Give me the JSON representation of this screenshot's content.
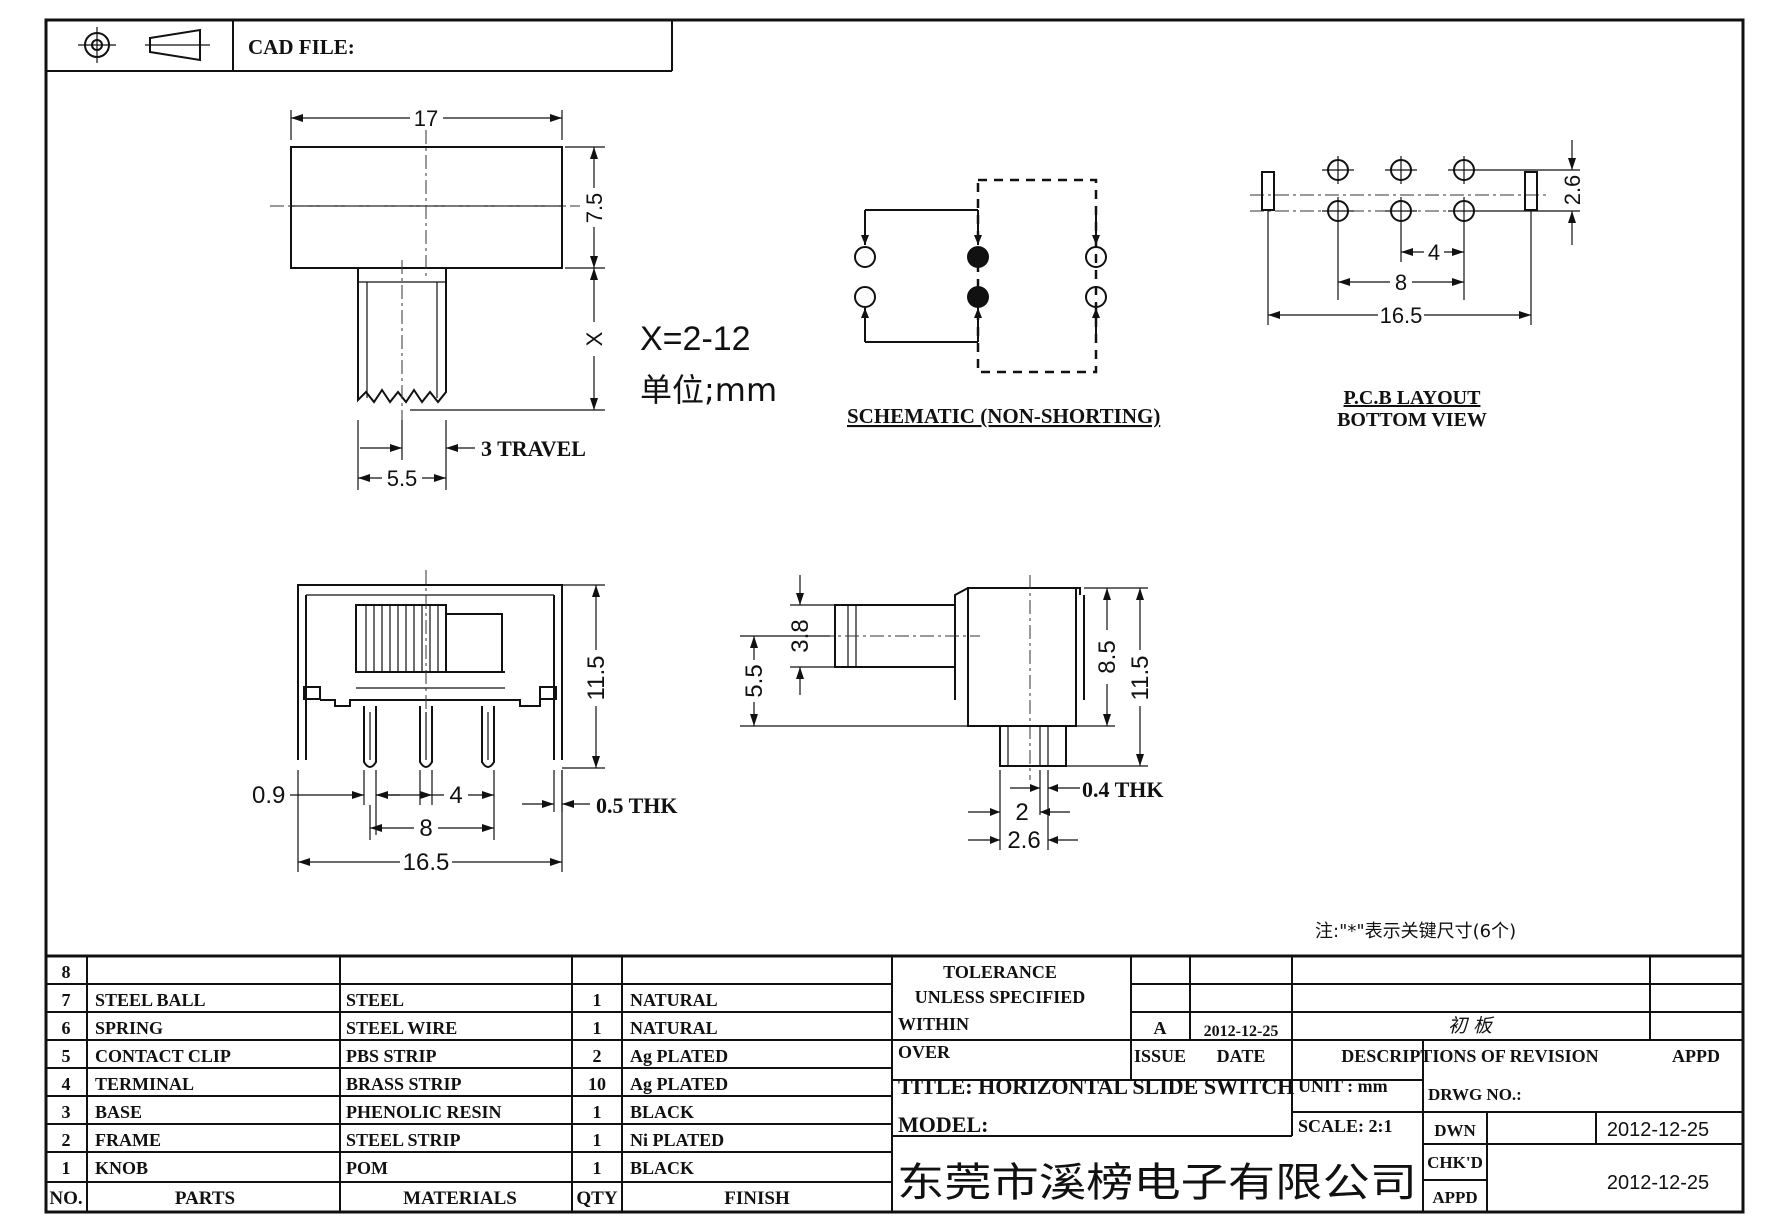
{
  "header": {
    "cad_file_label": "CAD FILE:"
  },
  "top_view": {
    "width_dim": "17",
    "height_dim": "7.5",
    "x_dim": "X",
    "x_range": "X=2-12",
    "unit": "单位;mm",
    "travel_dim": "3 TRAVEL",
    "knob_dim": "5.5"
  },
  "schematic": {
    "label": "SCHEMATIC (NON-SHORTING)"
  },
  "pcb": {
    "label_line1": "P.C.B LAYOUT",
    "label_line2": "BOTTOM VIEW",
    "dim_pitch_y": "2.6",
    "dim_pitch": "4",
    "dim_span": "8",
    "dim_total": "16.5"
  },
  "front_view": {
    "height_dim": "11.5",
    "pin_dim": "0.9",
    "pitch_dim": "4",
    "span_dim": "8",
    "total_dim": "16.5",
    "thk_dim": "0.5 THK"
  },
  "side_view": {
    "knob_h_dim": "3.8",
    "knob_pos_dim": "5.5",
    "body_h_dim": "8.5",
    "total_h_dim": "11.5",
    "thk_dim": "0.4 THK",
    "pin_w_dim": "2",
    "pin_span_dim": "2.6"
  },
  "note": "注:\"*\"表示关键尺寸(6个)",
  "bom": {
    "rows": [
      {
        "no": "8",
        "part": "",
        "material": "",
        "qty": "",
        "finish": ""
      },
      {
        "no": "7",
        "part": "STEEL BALL",
        "material": "STEEL",
        "qty": "1",
        "finish": "NATURAL"
      },
      {
        "no": "6",
        "part": "SPRING",
        "material": "STEEL WIRE",
        "qty": "1",
        "finish": "NATURAL"
      },
      {
        "no": "5",
        "part": "CONTACT CLIP",
        "material": "PBS STRIP",
        "qty": "2",
        "finish": "Ag PLATED"
      },
      {
        "no": "4",
        "part": "TERMINAL",
        "material": "BRASS STRIP",
        "qty": "10",
        "finish": "Ag PLATED"
      },
      {
        "no": "3",
        "part": "BASE",
        "material": "PHENOLIC RESIN",
        "qty": "1",
        "finish": "BLACK"
      },
      {
        "no": "2",
        "part": "FRAME",
        "material": "STEEL STRIP",
        "qty": "1",
        "finish": "Ni PLATED"
      },
      {
        "no": "1",
        "part": "KNOB",
        "material": "POM",
        "qty": "1",
        "finish": "BLACK"
      }
    ],
    "headers": {
      "no": "NO.",
      "part": "PARTS",
      "material": "MATERIALS",
      "qty": "QTY",
      "finish": "FINISH"
    }
  },
  "title_block": {
    "tolerance_1": "TOLERANCE",
    "tolerance_2": "UNLESS  SPECIFIED",
    "within": "WITHIN",
    "over": "OVER",
    "issue_value": "A",
    "issue_date": "2012-12-25",
    "revision_desc": "初 板",
    "issue_label": "ISSUE",
    "date_label": "DATE",
    "desc_label": "DESCRIPTIONS  OF  REVISION",
    "appd_label": "APPD",
    "title": "TITLE: HORIZONTAL SLIDE SWITCH",
    "unit": "UNIT : mm",
    "drwg_no": "DRWG NO.:",
    "model": "MODEL:",
    "scale": "SCALE: 2:1",
    "dwn": "DWN",
    "dwn_date": "2012-12-25",
    "company": "东莞市溪榜电子有限公司",
    "chkd": "CHK'D",
    "appd": "APPD",
    "chk_date": "2012-12-25"
  }
}
